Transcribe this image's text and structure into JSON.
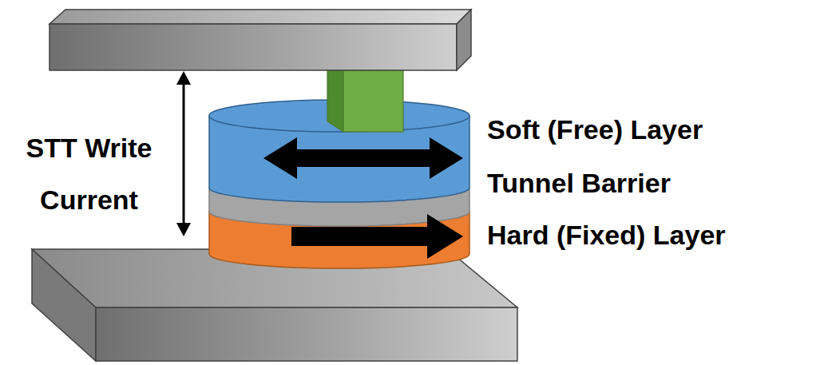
{
  "diagram": {
    "labels": [
      "STT Write Current",
      "Soft (Free) Layer",
      "Tunnel Barrier",
      "Hard (Fixed) Layer"
    ]
  }
}
